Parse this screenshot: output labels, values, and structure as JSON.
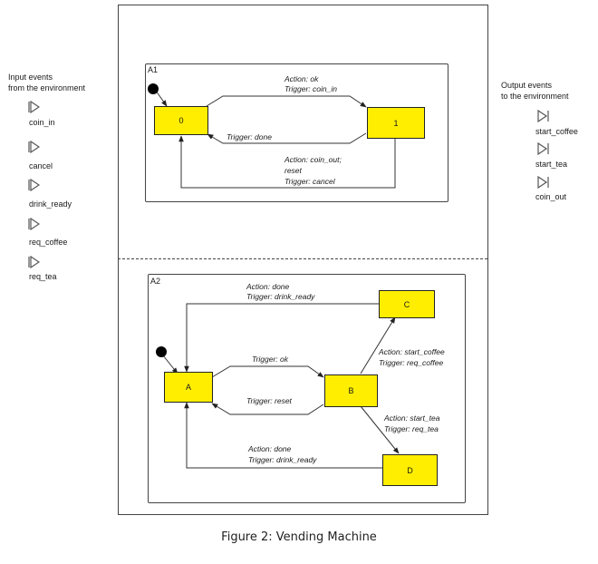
{
  "input_panel": {
    "title_line1": "Input events",
    "title_line2": "from the environment",
    "events": [
      "coin_in",
      "cancel",
      "drink_ready",
      "req_coffee",
      "req_tea"
    ]
  },
  "output_panel": {
    "title_line1": "Output events",
    "title_line2": "to the environment",
    "events": [
      "start_coffee",
      "start_tea",
      "coin_out"
    ]
  },
  "a1": {
    "name": "A1",
    "states": {
      "s0": "0",
      "s1": "1"
    },
    "t_ok_action": "Action: ok",
    "t_ok_trigger": "Trigger: coin_in",
    "t_done_trigger": "Trigger: done",
    "t_cancel_action1": "Action: coin_out;",
    "t_cancel_action2": "reset",
    "t_cancel_trigger": "Trigger: cancel"
  },
  "a2": {
    "name": "A2",
    "states": {
      "a": "A",
      "b": "B",
      "c": "C",
      "d": "D"
    },
    "t_ca_action": "Action: done",
    "t_ca_trigger": "Trigger: drink_ready",
    "t_ab_trigger": "Trigger: ok",
    "t_ba_trigger": "Trigger: reset",
    "t_bc_action": "Action: start_coffee",
    "t_bc_trigger": "Trigger: req_coffee",
    "t_bd_action": "Action: start_tea",
    "t_bd_trigger": "Trigger: req_tea",
    "t_da_action": "Action: done",
    "t_da_trigger": "Trigger: drink_ready"
  },
  "caption": "Figure 2: Vending Machine",
  "colors": {
    "state_fill": "#ffee00"
  }
}
